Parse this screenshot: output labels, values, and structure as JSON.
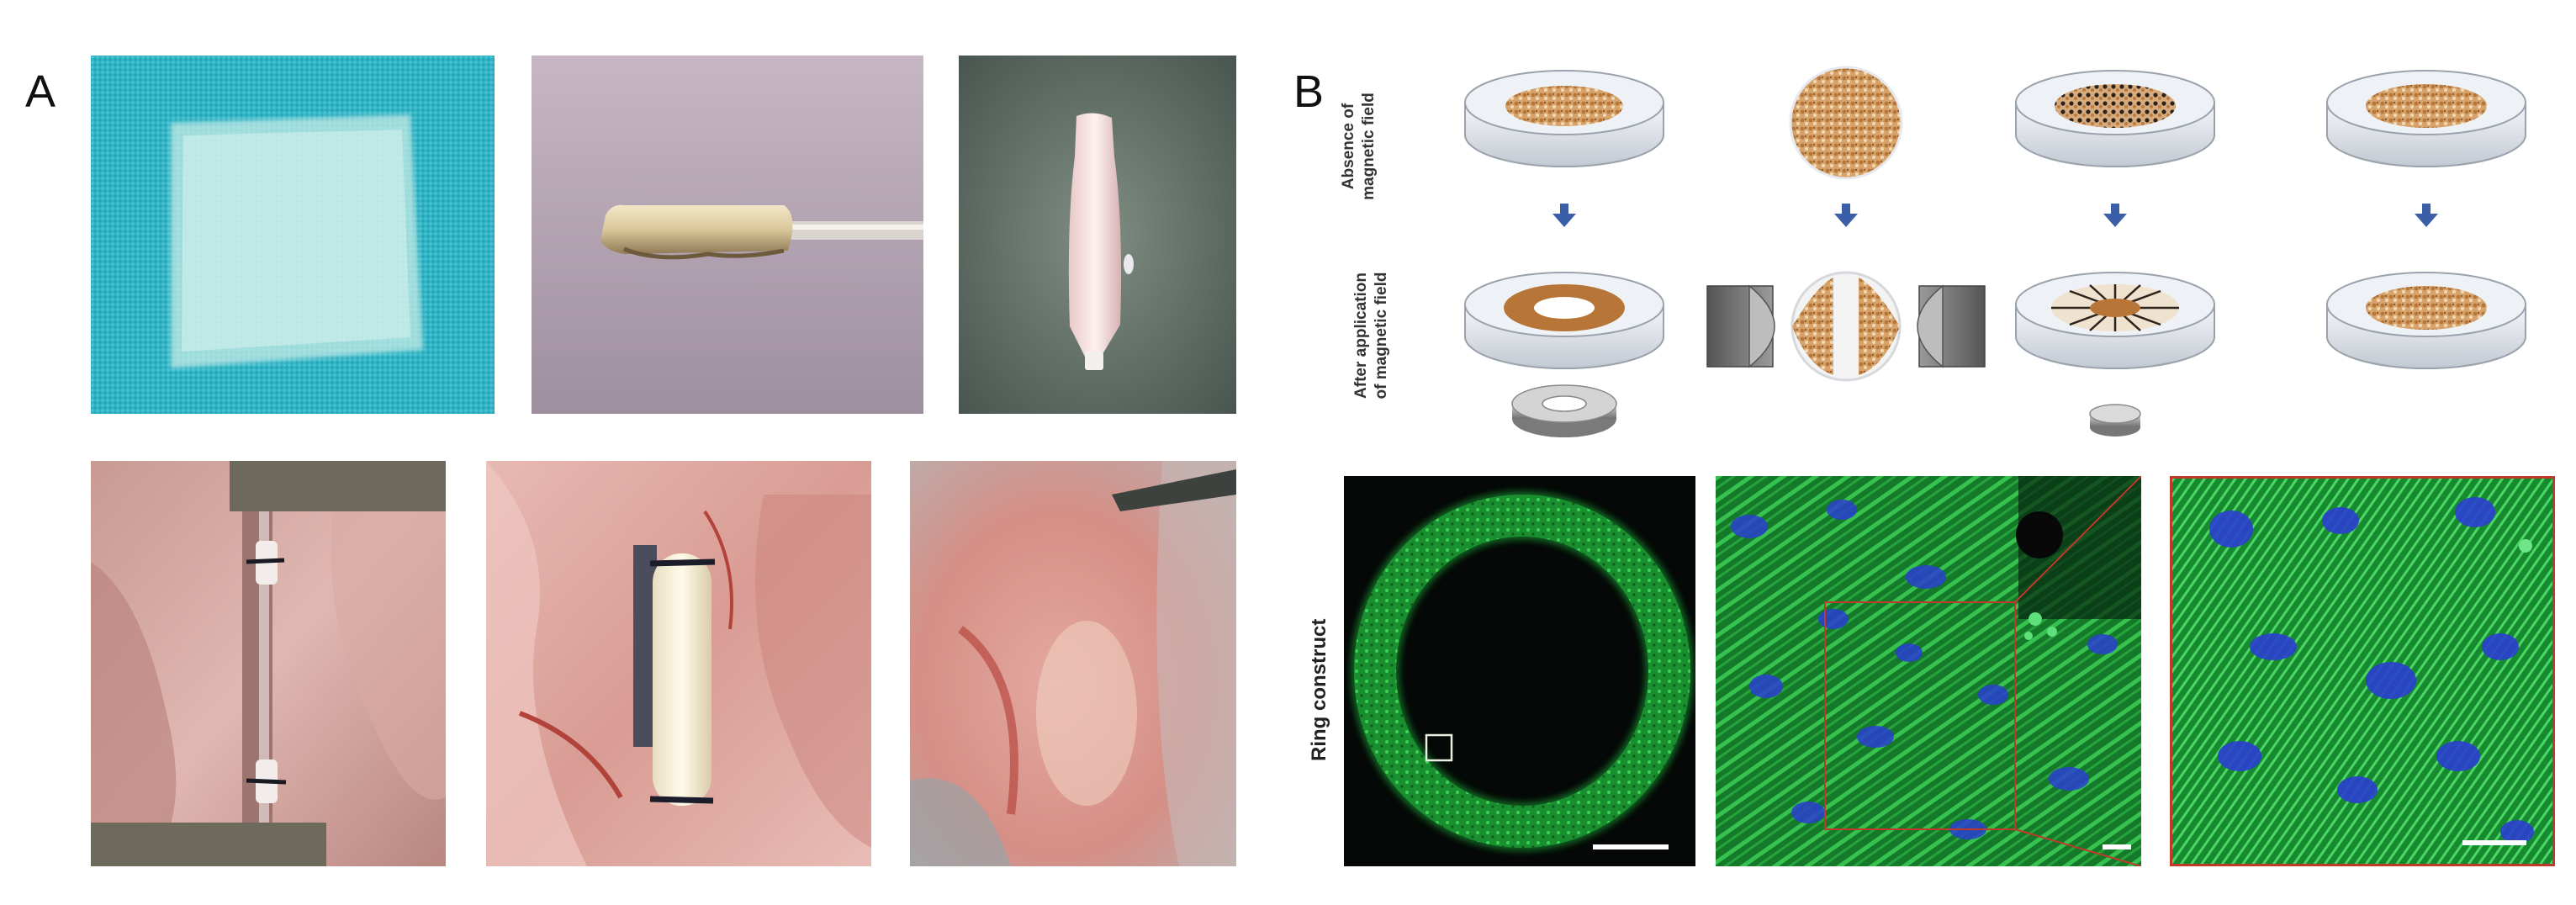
{
  "panels": {
    "a_label": "A",
    "b_label": "B"
  },
  "diagram": {
    "row_label_top": [
      "Absence of",
      "magnetic field"
    ],
    "row_label_bottom": [
      "After application",
      "of magnetic field"
    ],
    "ring_label": "Ring construct"
  },
  "colors": {
    "sheet_bg": "#2fb3c4",
    "tissue": "#d9a9a3",
    "cells": "#c98a4a",
    "arrow": "#3b5ea8",
    "fluorescence_green": "#1fae3a",
    "nuclei_blue": "#2a3fd0",
    "zoom_frame": "#c0392b"
  },
  "icons": [
    "petri-dish-icon",
    "ring-magnet-icon",
    "bar-magnet-icon",
    "disc-magnet-icon"
  ]
}
